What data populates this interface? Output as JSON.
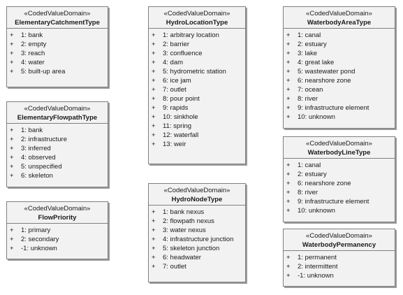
{
  "classes": [
    {
      "stereotype": "«CodedValueDomain»",
      "name": "ElementaryCatchmentType",
      "attributes": [
        "1: bank",
        "2: empty",
        "3: reach",
        "4: water",
        "5: built-up area"
      ]
    },
    {
      "stereotype": "«CodedValueDomain»",
      "name": "ElementaryFlowpathType",
      "attributes": [
        "1: bank",
        "2: infrastructure",
        "3: inferred",
        "4: observed",
        "5: unspecified",
        "6: skeleton"
      ]
    },
    {
      "stereotype": "«CodedValueDomain»",
      "name": "FlowPriority",
      "attributes": [
        "1: primary",
        "2: secondary",
        "-1: unknown"
      ]
    },
    {
      "stereotype": "«CodedValueDomain»",
      "name": "HydroLocationType",
      "attributes": [
        "1: arbitrary location",
        "2: barrier",
        "3: confluence",
        "4: dam",
        "5: hydrometric station",
        "6: ice jam",
        "7: outlet",
        "8: pour point",
        "9: rapids",
        "10: sinkhole",
        "11: spring",
        "12: waterfall",
        "13: weir"
      ]
    },
    {
      "stereotype": "«CodedValueDomain»",
      "name": "HydroNodeType",
      "attributes": [
        "1: bank nexus",
        "2: flowpath nexus",
        "3: water nexus",
        "4: infrastructure junction",
        "5: skeleton junction",
        "6: headwater",
        "7: outlet"
      ]
    },
    {
      "stereotype": "«CodedValueDomain»",
      "name": "WaterbodyAreaType",
      "attributes": [
        "1: canal",
        "2: estuary",
        "3: lake",
        "4: great lake",
        "5: wastewater pond",
        "6: nearshore zone",
        "7: ocean",
        "8: river",
        "9: infrastructure element",
        "10: unknown"
      ]
    },
    {
      "stereotype": "«CodedValueDomain»",
      "name": "WaterbodyLineType",
      "attributes": [
        "1: canal",
        "2: estuary",
        "6: nearshore zone",
        "8: river",
        "9: infrastructure element",
        "10: unknown"
      ]
    },
    {
      "stereotype": "«CodedValueDomain»",
      "name": "WaterbodyPermanency",
      "attributes": [
        "1: permanent",
        "2: intermittent",
        "-1: unknown"
      ]
    }
  ],
  "visibility_marker": "+"
}
